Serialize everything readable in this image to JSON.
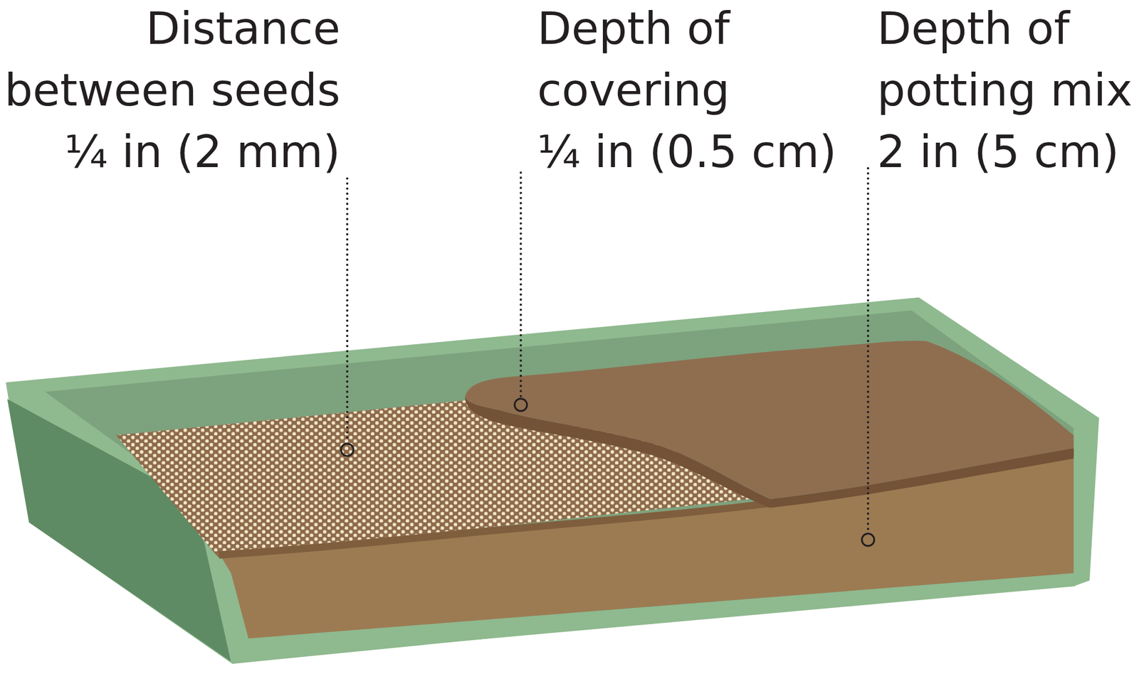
{
  "diagram": {
    "labels": [
      "Distance between seeds ¼ in (2 mm)",
      "Depth of covering ¼ in (0.5 cm)",
      "Depth of potting mix 2 in (5 cm)"
    ]
  }
}
